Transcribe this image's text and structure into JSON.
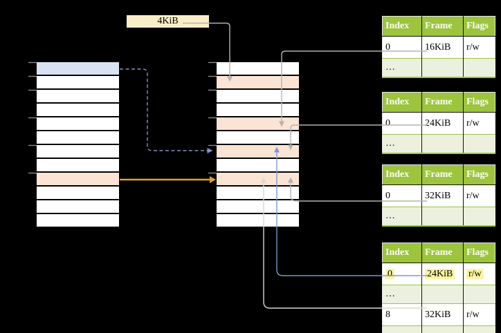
{
  "frame_size_label": "4KiB",
  "colors": {
    "background": "#000000",
    "header_green": "#9CC43D",
    "dots_row_green": "#EBF1DE",
    "cell_white": "#FFFFFF",
    "row_orange": "#FCE4D4",
    "row_blue": "#D9E2F3",
    "label_yellow": "#FAEEC8",
    "highlight_yellow": "#FBF59E",
    "table_outer_border": "#E8E8E8",
    "cell_border_dark": "#111111",
    "connector_gray": "#B3B3B3",
    "connector_light": "#D8D8D8",
    "arrow_blue": "#7A98CE",
    "arrow_orange": "#E0A128",
    "tick_gray": "#8A8A8A",
    "header_text": "#FFFFFF",
    "text_black": "#000000"
  },
  "virtual_memory": {
    "rows": [
      "#D9E2F3",
      "#FFFFFF",
      "#FFFFFF",
      "#FFFFFF",
      "#FFFFFF",
      "#FFFFFF",
      "#FFFFFF",
      "#FFFFFF",
      "#FCE4D4",
      "#FFFFFF",
      "#FFFFFF",
      "#FFFFFF"
    ]
  },
  "physical_memory": {
    "rows": [
      "#FFFFFF",
      "#FCE4D4",
      "#FFFFFF",
      "#FFFFFF",
      "#FCE4D4",
      "#FFFFFF",
      "#FCE4D4",
      "#FFFFFF",
      "#FCE4D4",
      "#FFFFFF",
      "#FFFFFF",
      "#FFFFFF"
    ]
  },
  "page_tables": [
    {
      "headers": [
        "Index",
        "Frame",
        "Flags"
      ],
      "rows": [
        {
          "index": "0",
          "frame": "16KiB",
          "flags": "r/w"
        },
        {
          "index": "…",
          "frame": "",
          "flags": ""
        }
      ]
    },
    {
      "headers": [
        "Index",
        "Frame",
        "Flags"
      ],
      "rows": [
        {
          "index": "0",
          "frame": "24KiB",
          "flags": "r/w"
        },
        {
          "index": "…",
          "frame": "",
          "flags": ""
        }
      ]
    },
    {
      "headers": [
        "Index",
        "Frame",
        "Flags"
      ],
      "rows": [
        {
          "index": "0",
          "frame": "32KiB",
          "flags": "r/w"
        },
        {
          "index": "…",
          "frame": "",
          "flags": ""
        }
      ]
    },
    {
      "headers": [
        "Index",
        "Frame",
        "Flags"
      ],
      "rows": [
        {
          "index": "0",
          "frame": "24KiB",
          "flags": "r/w"
        },
        {
          "index": "…",
          "frame": "",
          "flags": ""
        },
        {
          "index": "8",
          "frame": "32KiB",
          "flags": "r/w"
        },
        {
          "index": "…",
          "frame": "",
          "flags": ""
        }
      ]
    }
  ]
}
